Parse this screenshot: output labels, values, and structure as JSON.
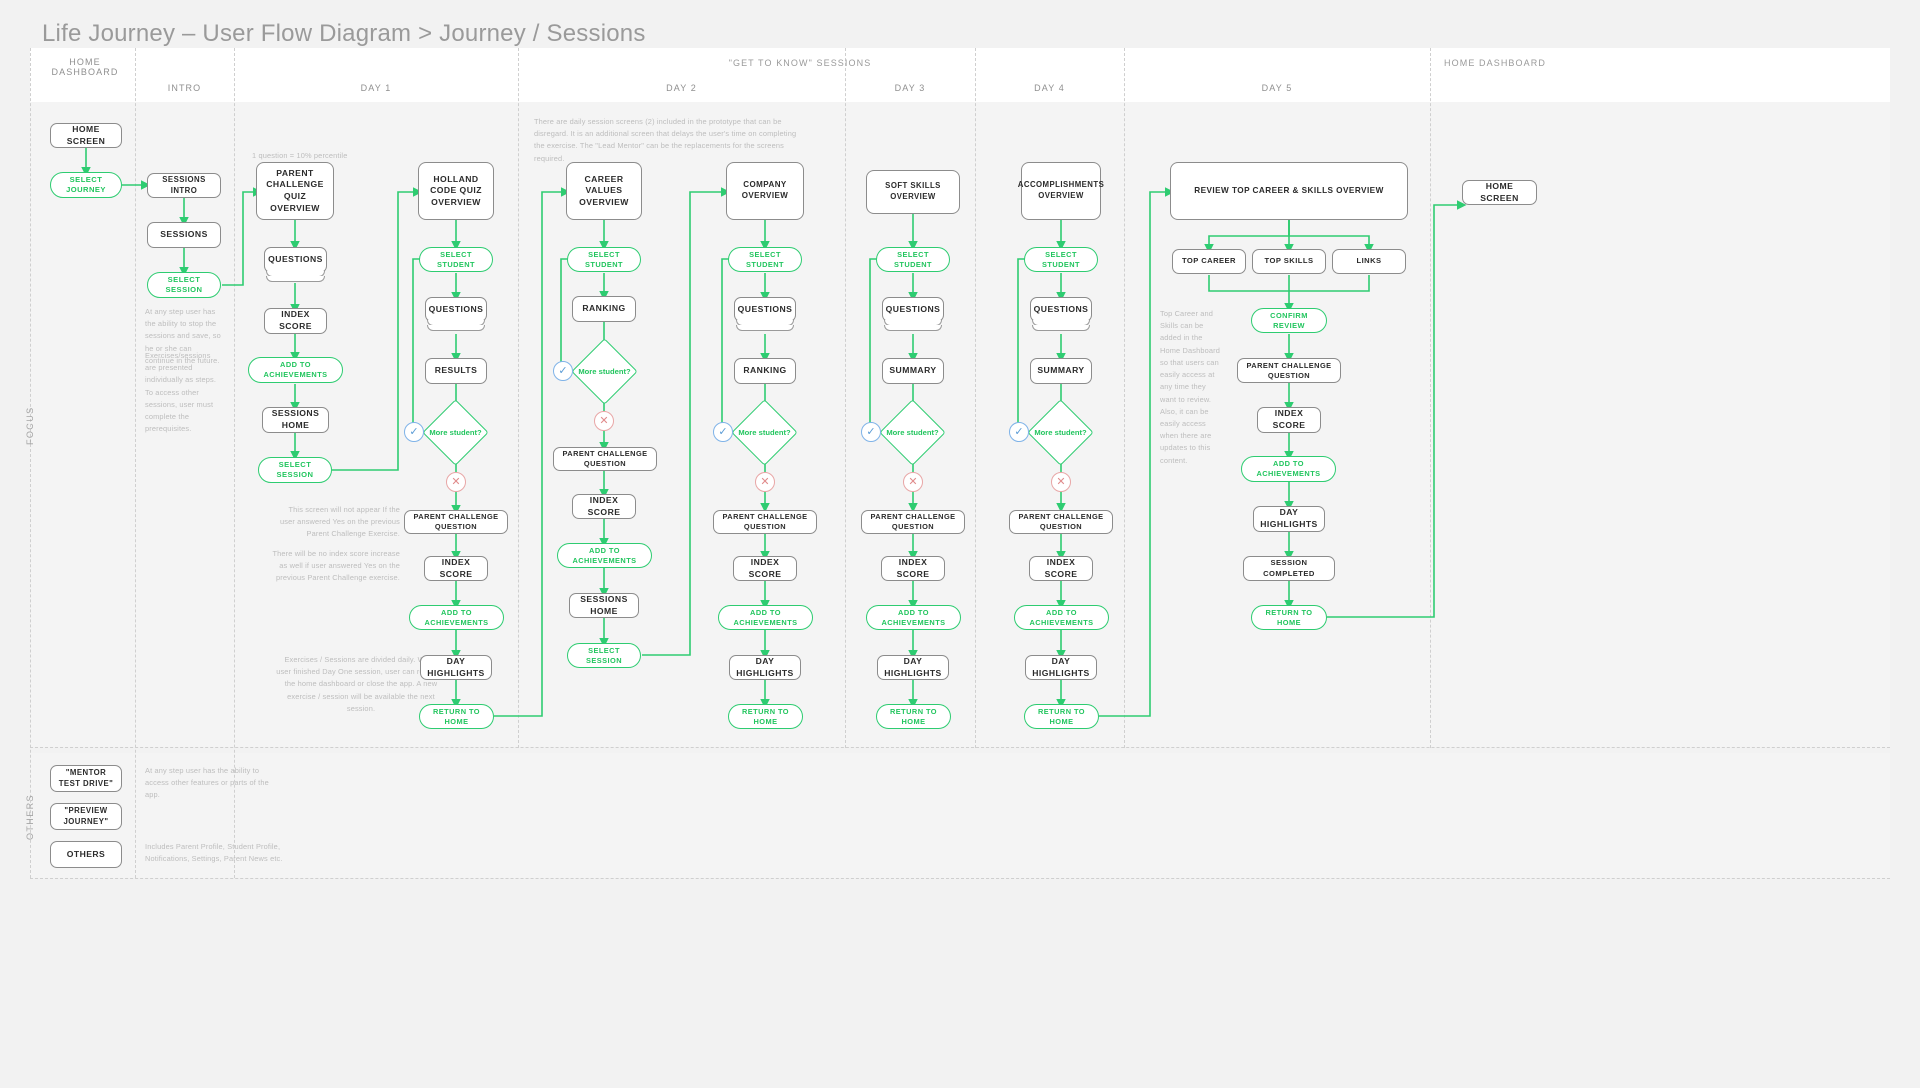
{
  "page": {
    "title": "Life Journey – User Flow Diagram > Journey / Sessions"
  },
  "group_headers": [
    {
      "label": "\"GET TO KNOW\"   SESSIONS"
    },
    {
      "label": "HOME DASHBOARD"
    }
  ],
  "columns": [
    {
      "label": "HOME\nDASHBOARD"
    },
    {
      "label": "INTRO"
    },
    {
      "label": "DAY 1"
    },
    {
      "label": "DAY 2"
    },
    {
      "label": "DAY 3"
    },
    {
      "label": "DAY 4"
    },
    {
      "label": "DAY 5"
    }
  ],
  "lanes": [
    {
      "label": "FOCUS"
    },
    {
      "label": "OTHERS"
    }
  ],
  "colors": {
    "accent": "#2ecc71",
    "node_border": "#8c8c8c",
    "text": "#2b2b2b",
    "note": "#bdbdbd",
    "yes": "#5b9bd5",
    "no": "#e08b8b"
  },
  "nodes": {
    "home_screen_left": "HOME SCREEN",
    "select_journey": "SELECT JOURNEY",
    "sessions_intro": "SESSIONS INTRO",
    "sessions": "SESSIONS",
    "select_session_intro": "SELECT SESSION",
    "pcq_overview": "PARENT CHALLENGE\nQUIZ  OVERVIEW",
    "questions_d1a": "QUESTIONS",
    "index_score_d1a": "INDEX SCORE",
    "add_ach_d1a": "ADD TO ACHIEVEMENTS",
    "sessions_home_d1a": "SESSIONS HOME",
    "select_session_d1a": "SELECT SESSION",
    "holland_overview": "HOLLAND CODE QUIZ\nOVERVIEW",
    "select_student_d1": "SELECT STUDENT",
    "questions_d1b": "QUESTIONS",
    "results_d1b": "RESULTS",
    "more_student_d1": "More student?",
    "pcq_d1b": "PARENT CHALLENGE QUESTION",
    "index_score_d1b": "INDEX SCORE",
    "add_ach_d1b": "ADD TO ACHIEVEMENTS",
    "day_highlights_d1": "DAY HIGHLIGHTS",
    "return_home_d1": "RETURN TO HOME",
    "career_values_overview": "CAREER VALUES\nOVERVIEW",
    "select_student_d2": "SELECT STUDENT",
    "ranking_d2": "RANKING",
    "more_student_d2": "More student?",
    "pcq_d2": "PARENT CHALLENGE QUESTION",
    "index_score_d2": "INDEX SCORE",
    "add_ach_d2": "ADD TO ACHIEVEMENTS",
    "sessions_home_d2": "SESSIONS HOME",
    "select_session_d2": "SELECT SESSION",
    "company_overview": "COMPANY OVERVIEW",
    "select_student_d2b": "SELECT STUDENT",
    "questions_d2b": "QUESTIONS",
    "ranking_d2b": "RANKING",
    "more_student_d2b": "More student?",
    "pcq_d2b": "PARENT CHALLENGE QUESTION",
    "index_score_d2b": "INDEX SCORE",
    "add_ach_d2b": "ADD TO ACHIEVEMENTS",
    "day_highlights_d2b": "DAY HIGHLIGHTS",
    "return_home_d2b": "RETURN TO HOME",
    "soft_skills_overview": "SOFT SKILLS OVERVIEW",
    "select_student_d3": "SELECT STUDENT",
    "questions_d3": "QUESTIONS",
    "summary_d3": "SUMMARY",
    "more_student_d3": "More student?",
    "pcq_d3": "PARENT CHALLENGE QUESTION",
    "index_score_d3": "INDEX SCORE",
    "add_ach_d3": "ADD TO ACHIEVEMENTS",
    "day_highlights_d3": "DAY HIGHLIGHTS",
    "return_home_d3": "RETURN TO HOME",
    "accomplishments_overview": "ACCOMPLISHMENTS\nOVERVIEW",
    "select_student_d4": "SELECT STUDENT",
    "questions_d4": "QUESTIONS",
    "summary_d4": "SUMMARY",
    "more_student_d4": "More student?",
    "pcq_d4": "PARENT CHALLENGE QUESTION",
    "index_score_d4": "INDEX SCORE",
    "add_ach_d4": "ADD TO ACHIEVEMENTS",
    "day_highlights_d4": "DAY HIGHLIGHTS",
    "return_home_d4": "RETURN TO HOME",
    "review_top": "REVIEW TOP CAREER & SKILLS OVERVIEW",
    "top_career": "TOP CAREER",
    "top_skills": "TOP SKILLS",
    "links": "LINKS",
    "confirm_review": "CONFIRM REVIEW",
    "pcq_d5": "PARENT CHALLENGE QUESTION",
    "index_score_d5": "INDEX SCORE",
    "add_ach_d5": "ADD TO ACHIEVEMENTS",
    "day_highlights_d5": "DAY HIGHLIGHTS",
    "session_completed_d5": "SESSION COMPLETED",
    "return_home_d5": "RETURN TO HOME",
    "home_screen_right": "HOME SCREEN",
    "mentor_test_drive": "\"MENTOR TEST DRIVE\"",
    "preview_journey": "\"PREVIEW JOURNEY\"",
    "others": "OTHERS"
  },
  "notes": {
    "intro_1": "At any step user has the ability to stop the sessions and save, so he or she can continue in the future.",
    "intro_2": "Exercises/sessions are presented individually as steps. To access other sessions, user must complete the prerequisites.",
    "d1_percentile": "1 question = 10% percentile",
    "d1_note_1": "This screen will not appear If the user answered Yes on the previous Parent Challenge Exercise.",
    "d1_note_2": "There will be no index score increase as well if user answered Yes on the previous Parent Challenge exercise.",
    "d1_note_3": "Exercises / Sessions are divided daily. When user finished Day One session, user can return to the home dashboard or close the app. A new exercise / session will be available the next session.",
    "d2_note": "There are daily session screens (2) included in the prototype that can be disregard. It is an additional screen that delays the user's time on completing the exercise. The \"Lead Mentor\" can be  the replacements for the screens required.",
    "d5_note": "Top Career and Skills can be added in the Home Dashboard so that users can easily access at any time they want to review. Also, it can be easily access when there are updates to this content.",
    "others_note_1": "At any step user has the ability to access other features or parts of the app.",
    "others_note_2": "Includes Parent Profile, Student Profile, Notifications, Settings, Parent News etc."
  }
}
